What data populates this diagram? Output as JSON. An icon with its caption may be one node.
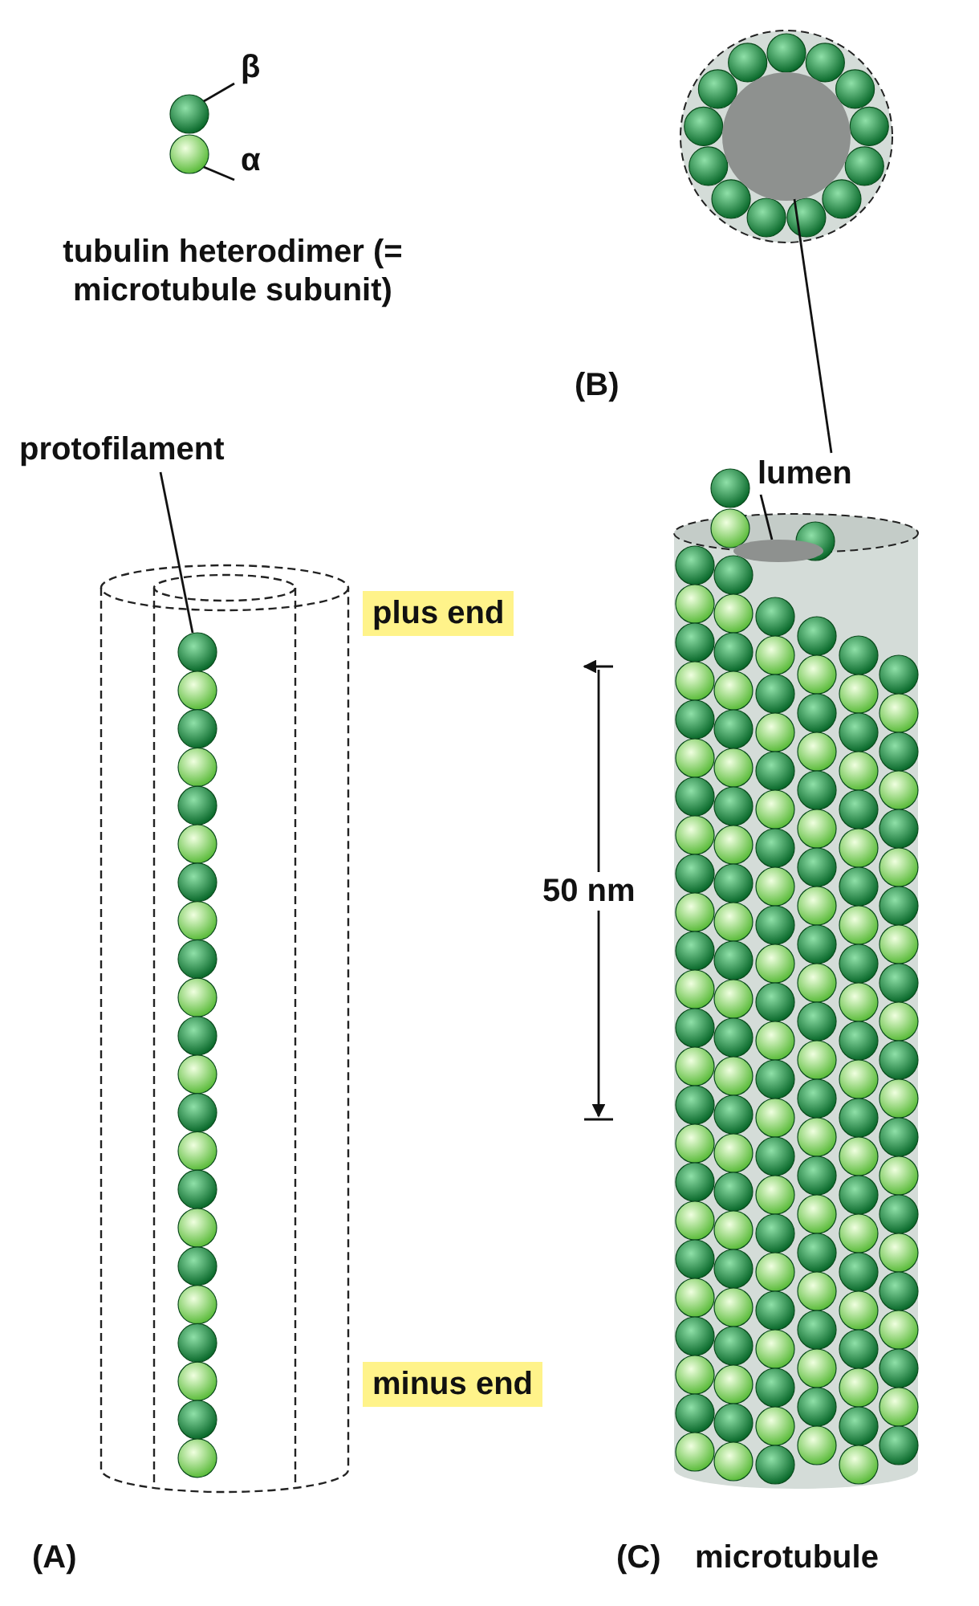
{
  "diagram": {
    "nodes": [
      {
        "text": [
          "β"
        ]
      },
      {
        "text": [],
        "shape": "circle"
      },
      {
        "text": [
          "α"
        ]
      },
      {
        "text": [],
        "shape": "circle"
      },
      {
        "text": [
          "protofilament"
        ]
      },
      {
        "text": [],
        "shape": "bar"
      },
      {
        "text": [
          "lumen"
        ]
      },
      {
        "text": [],
        "shape": "circle"
      },
      {
        "text": [],
        "shape": "circle"
      },
      {
        "text": [
          "plus end"
        ]
      },
      {
        "text": [
          "minus end"
        ]
      }
    ],
    "edges": [
      {
        "from": 0,
        "to": 1,
        "arrow": "none"
      },
      {
        "from": 2,
        "to": 3,
        "arrow": "none"
      },
      {
        "from": 4,
        "to": 5,
        "arrow": "none"
      },
      {
        "from": 6,
        "to": 7,
        "arrow": "none"
      },
      {
        "from": 6,
        "to": 8,
        "arrow": "none"
      }
    ],
    "labels": [
      "tubulin heterodimer (= microtubule subunit)",
      "(B)",
      "50 nm",
      "(A)",
      "(C)",
      "microtubule"
    ]
  }
}
